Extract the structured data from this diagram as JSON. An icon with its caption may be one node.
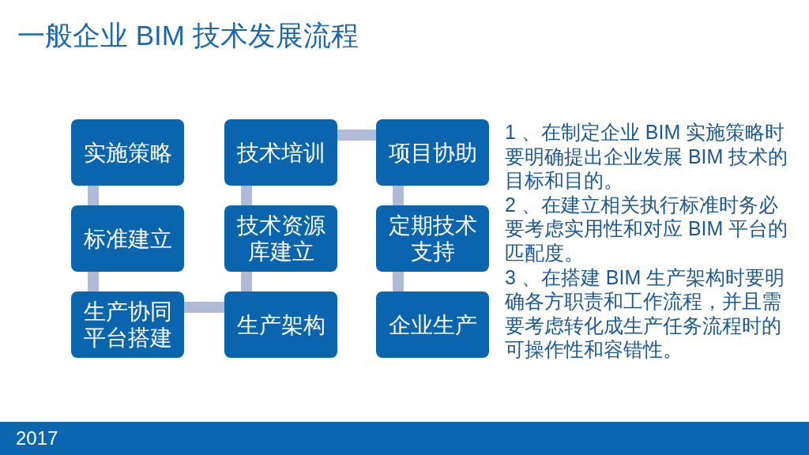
{
  "diagram": {
    "title": "一般企业 BIM 技术发展流程",
    "nodes": [
      {
        "text": [
          "实施策略"
        ]
      },
      {
        "text": [
          "标准建立"
        ]
      },
      {
        "text": [
          "生产协同平台搭建"
        ]
      },
      {
        "text": [
          "生产架构"
        ]
      },
      {
        "text": [
          "技术资源库建立"
        ]
      },
      {
        "text": [
          "技术培训"
        ]
      },
      {
        "text": [
          "项目协助"
        ]
      },
      {
        "text": [
          "定期技术支持"
        ]
      },
      {
        "text": [
          "企业生产"
        ]
      }
    ],
    "edges": [
      {
        "from": 0,
        "to": 1,
        "arrow": "none"
      },
      {
        "from": 1,
        "to": 2,
        "arrow": "none"
      },
      {
        "from": 2,
        "to": 3,
        "arrow": "none"
      },
      {
        "from": 3,
        "to": 4,
        "arrow": "none"
      },
      {
        "from": 4,
        "to": 5,
        "arrow": "none"
      },
      {
        "from": 5,
        "to": 6,
        "arrow": "none"
      },
      {
        "from": 6,
        "to": 7,
        "arrow": "none"
      },
      {
        "from": 7,
        "to": 8,
        "arrow": "none"
      }
    ],
    "labels": [
      "1 、在制定企业 BIM 实施策略时要明确提出企业发展 BIM 技术的目标和目的。",
      "2 、在建立相关执行标准时务必要考虑实用性和对应 BIM 平台的匹配度。",
      "3 、在搭建 BIM 生产架构时要明确各方职责和工作流程，并且需要考虑转化成生产任务流程时的可操作性和容错性。",
      "2017"
    ]
  }
}
